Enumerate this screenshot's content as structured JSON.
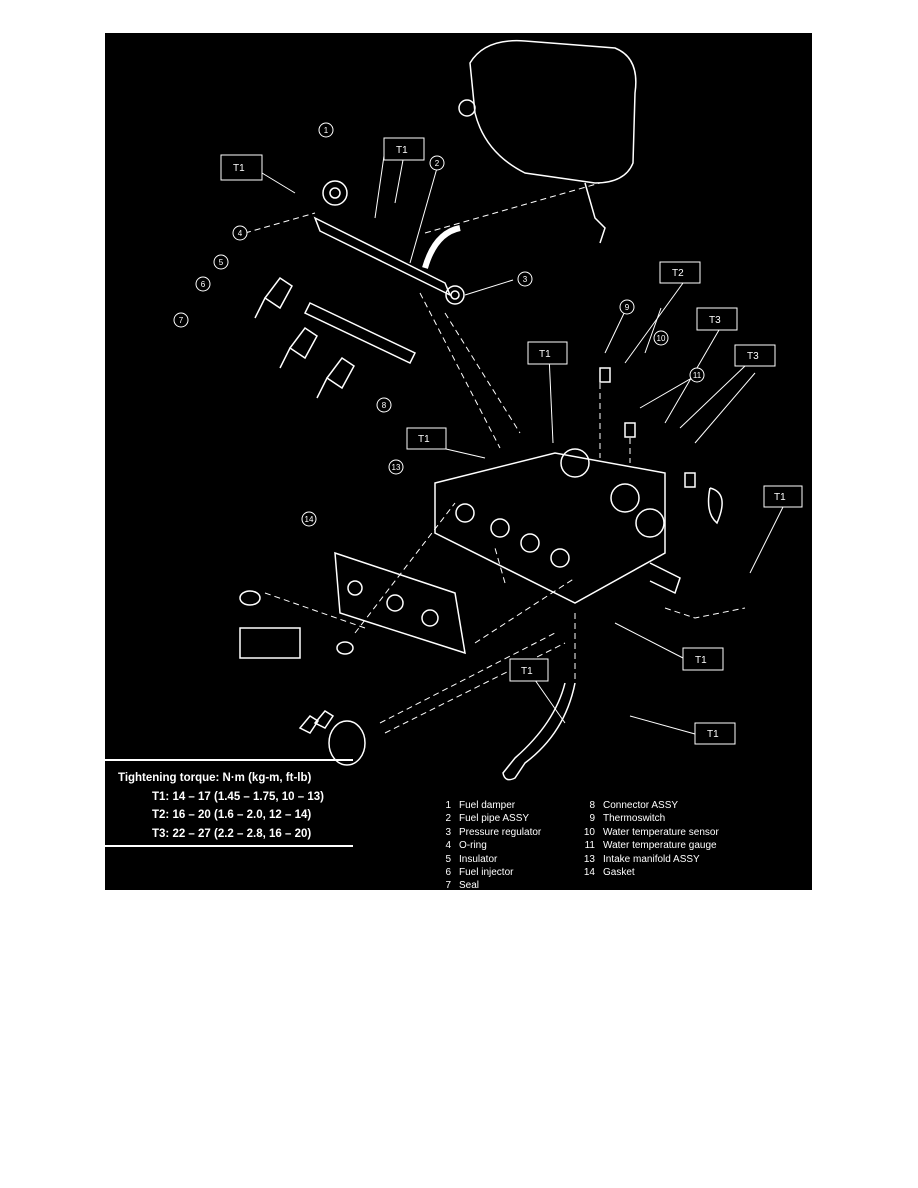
{
  "callouts": {
    "t1": "T1",
    "t2": "T2",
    "t3": "T3",
    "parts": [
      "1",
      "2",
      "3",
      "4",
      "5",
      "6",
      "7",
      "8",
      "9",
      "10",
      "11",
      "13",
      "14"
    ]
  },
  "torque": {
    "title": "Tightening torque:  N·m (kg-m, ft-lb)",
    "rows": [
      "T1:  14 – 17 (1.45 – 1.75, 10 – 13)",
      "T2:  16 – 20 (1.6 – 2.0, 12 – 14)",
      "T3:  22 – 27 (2.2 – 2.8, 16 – 20)"
    ]
  },
  "legend": {
    "col1": [
      {
        "n": "1",
        "label": "Fuel damper"
      },
      {
        "n": "2",
        "label": "Fuel pipe ASSY"
      },
      {
        "n": "3",
        "label": "Pressure regulator"
      },
      {
        "n": "4",
        "label": "O-ring"
      },
      {
        "n": "5",
        "label": "Insulator"
      },
      {
        "n": "6",
        "label": "Fuel injector"
      },
      {
        "n": "7",
        "label": "Seal"
      }
    ],
    "col2": [
      {
        "n": "8",
        "label": "Connector ASSY"
      },
      {
        "n": "9",
        "label": "Thermoswitch"
      },
      {
        "n": "10",
        "label": "Water temperature sensor"
      },
      {
        "n": "11",
        "label": "Water temperature gauge"
      },
      {
        "n": "13",
        "label": "Intake manifold ASSY"
      },
      {
        "n": "14",
        "label": "Gasket"
      }
    ]
  }
}
